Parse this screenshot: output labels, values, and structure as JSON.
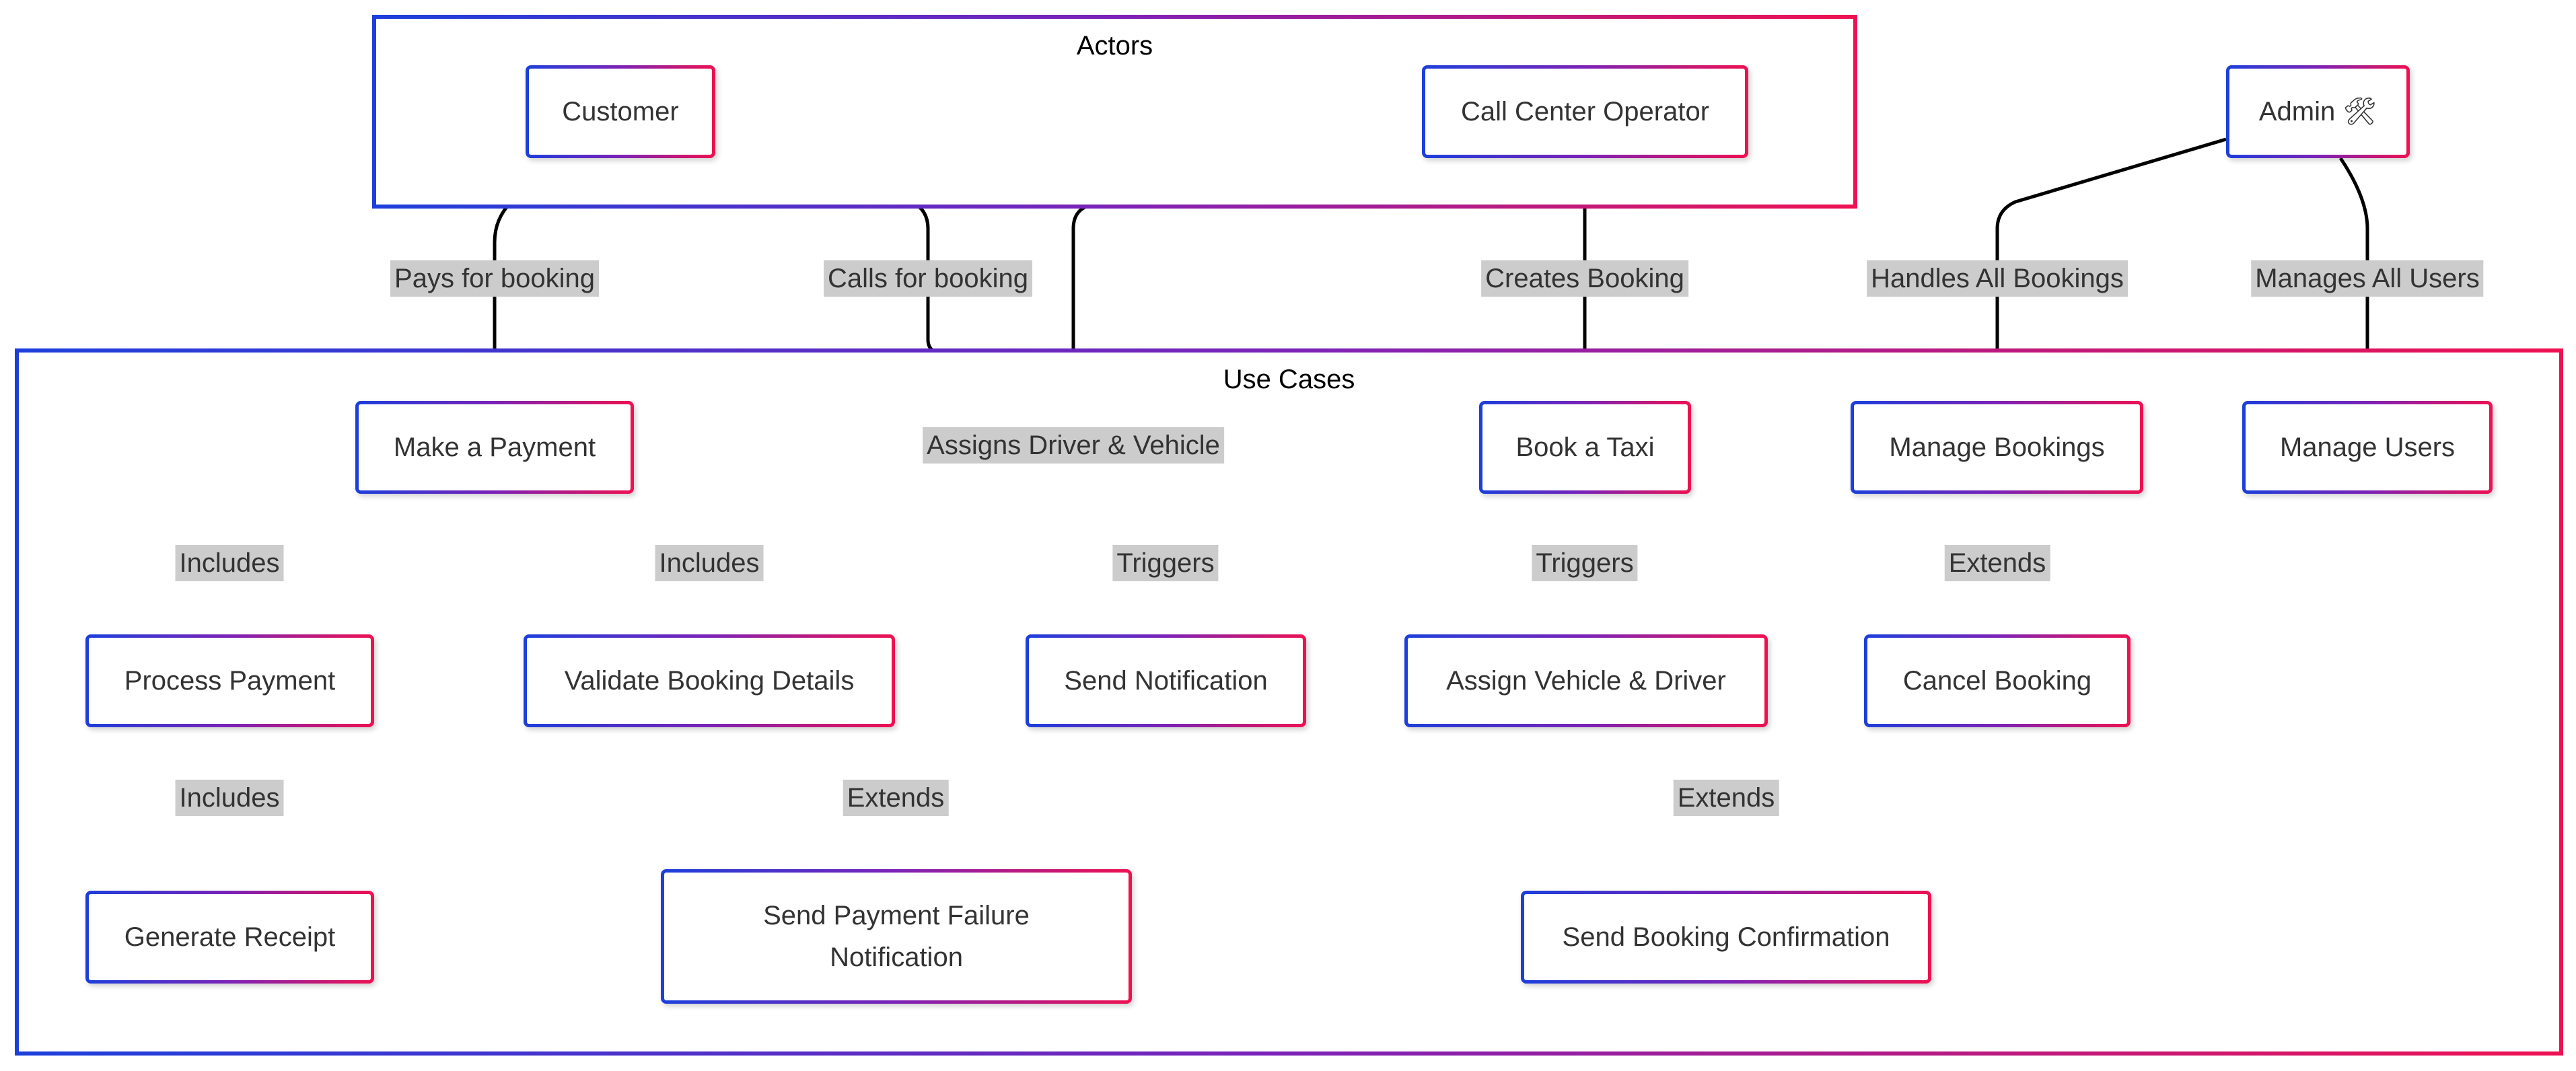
{
  "colors": {
    "gradient_start": "#1c3fdc",
    "gradient_mid": "#7c22b7",
    "gradient_end": "#ee1151",
    "edge": "#000000",
    "label_bg": "#cccccc"
  },
  "groups": {
    "actors": "Actors",
    "use_cases": "Use Cases"
  },
  "actors": {
    "customer": "Customer",
    "call_center_operator": "Call Center Operator",
    "admin": "Admin 🛠"
  },
  "use_cases": {
    "make_payment": "Make a Payment",
    "book_taxi": "Book a Taxi",
    "manage_bookings": "Manage Bookings",
    "manage_users": "Manage Users",
    "process_payment": "Process Payment",
    "validate_booking_details": "Validate Booking Details",
    "send_notification": "Send Notification",
    "assign_vehicle_driver": "Assign Vehicle & Driver",
    "cancel_booking": "Cancel Booking",
    "generate_receipt": "Generate Receipt",
    "send_payment_failure_notification": "Send Payment Failure Notification",
    "send_booking_confirmation": "Send Booking Confirmation"
  },
  "edges": [
    {
      "from": "customer",
      "to": "make_payment",
      "label": "Pays for booking"
    },
    {
      "from": "customer",
      "to": "book_taxi",
      "label": "Calls for booking"
    },
    {
      "from": "call_center_operator",
      "to": "book_taxi",
      "label": "Creates Booking"
    },
    {
      "from": "call_center_operator",
      "to": "assign_vehicle_driver",
      "label": "Assigns Driver & Vehicle"
    },
    {
      "from": "admin",
      "to": "manage_bookings",
      "label": "Handles All Bookings"
    },
    {
      "from": "admin",
      "to": "manage_users",
      "label": "Manages All Users"
    },
    {
      "from": "make_payment",
      "to": "process_payment",
      "label": "Includes"
    },
    {
      "from": "make_payment",
      "to": "validate_booking_details",
      "label": "Includes"
    },
    {
      "from": "book_taxi",
      "to": "send_notification",
      "label": "Triggers"
    },
    {
      "from": "book_taxi",
      "to": "assign_vehicle_driver",
      "label": "Triggers"
    },
    {
      "from": "manage_bookings",
      "to": "cancel_booking",
      "label": "Extends"
    },
    {
      "from": "process_payment",
      "to": "generate_receipt",
      "label": "Includes"
    },
    {
      "from": "send_notification",
      "to": "send_payment_failure_notification",
      "label": "Extends"
    },
    {
      "from": "send_notification",
      "to": "send_booking_confirmation",
      "label": "Extends"
    }
  ]
}
